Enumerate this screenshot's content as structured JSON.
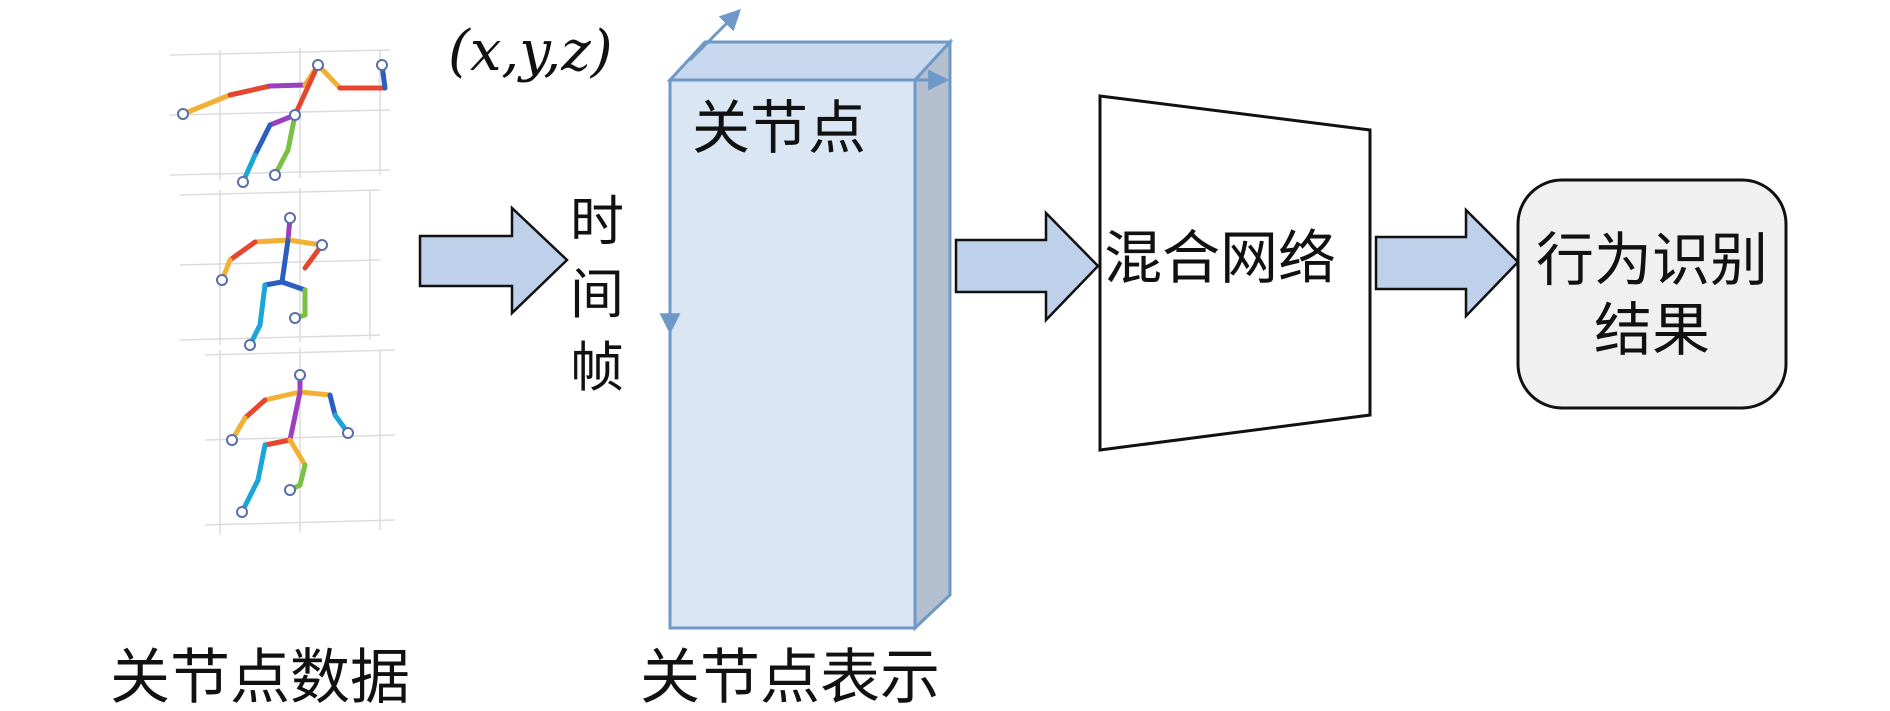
{
  "coord_label": "(x,y,z)",
  "time_axis_label": [
    "时",
    "间",
    "帧"
  ],
  "joint_block_top_label": "关节点",
  "joint_data_caption": "关节点数据",
  "joint_repr_caption": "关节点表示",
  "network_label": "混合网络",
  "result_label": [
    "行为识别",
    "结果"
  ],
  "colors": {
    "arrow_fill": "#bfd1ea",
    "block_front": "#dbe6f5",
    "block_side": "#b3bfcf",
    "block_top": "#c8d8ee",
    "block_edge": "#6e98c8",
    "result_fill": "#f0f0f0",
    "skeleton_palette": [
      "#f2b134",
      "#9b3fc0",
      "#1aa6d9",
      "#e6452e",
      "#7ac143",
      "#2b5fbf"
    ]
  }
}
